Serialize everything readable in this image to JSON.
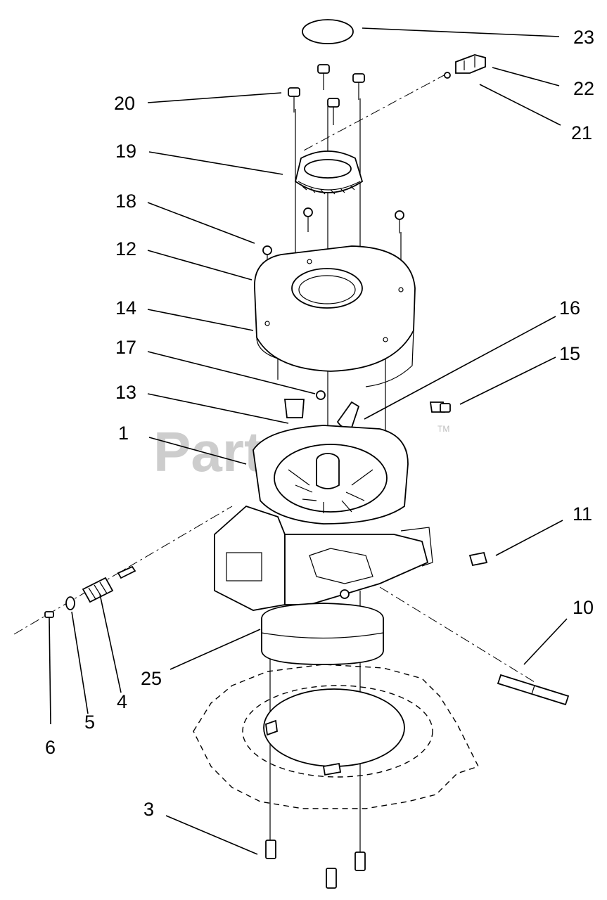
{
  "watermark": {
    "text": "PartsTree",
    "trademark": "TM"
  },
  "callouts": [
    "23",
    "22",
    "21",
    "20",
    "19",
    "18",
    "12",
    "14",
    "16",
    "17",
    "15",
    "13",
    "1",
    "11",
    "10",
    "25",
    "4",
    "5",
    "6",
    "3"
  ]
}
